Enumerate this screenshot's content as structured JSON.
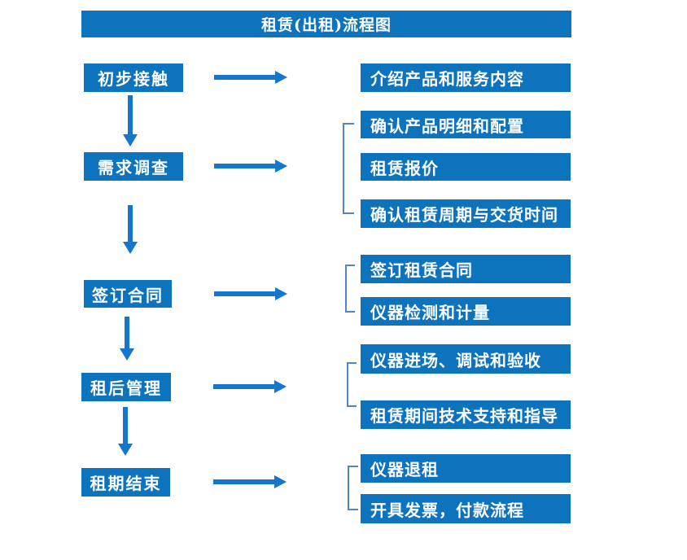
{
  "title": "租赁(出租)流程图",
  "colors": {
    "box_blue": "#0e73bd",
    "arrow_blue": "#1576ce",
    "bracket_blue": "#4e87c9",
    "text_white": "#ffffff"
  },
  "stages": [
    {
      "label": "初步接触",
      "children": [
        "介绍产品和服务内容"
      ]
    },
    {
      "label": "需求调查",
      "children": [
        "确认产品明细和配置",
        "租赁报价",
        "确认租赁周期与交货时间"
      ]
    },
    {
      "label": "签订合同",
      "children": [
        "签订租赁合同",
        "仪器检测和计量"
      ]
    },
    {
      "label": "租后管理",
      "children": [
        "仪器进场、调试和验收",
        "租赁期间技术支持和指导"
      ]
    },
    {
      "label": "租期结束",
      "children": [
        "仪器退租",
        "开具发票，付款流程"
      ]
    }
  ]
}
